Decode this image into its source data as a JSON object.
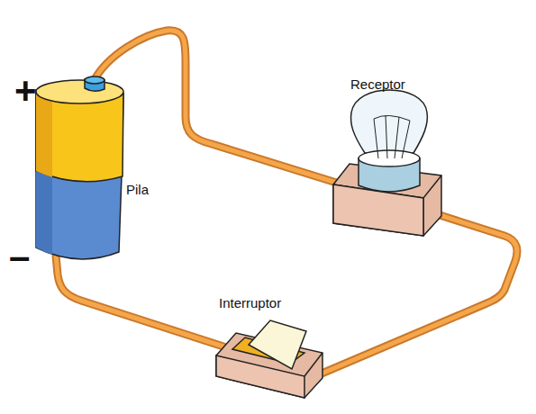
{
  "diagram": {
    "labels": [
      "+",
      "Receptor",
      "Pila",
      "–",
      "Interruptor"
    ]
  }
}
